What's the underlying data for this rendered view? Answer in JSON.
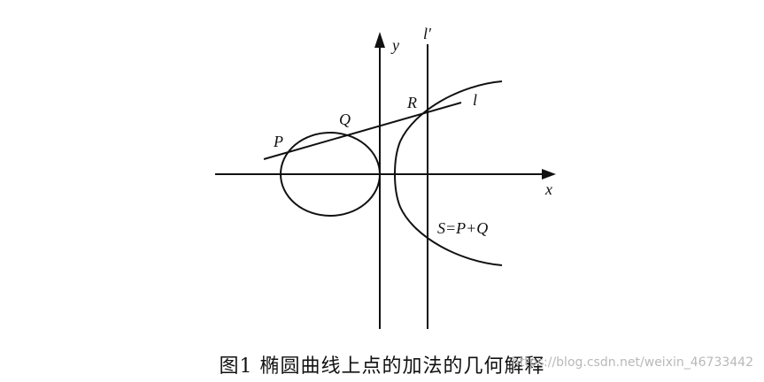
{
  "labels": {
    "y_axis": "y",
    "x_axis": "x",
    "vertical_line": "l′",
    "secant_line": "l",
    "point_p": "P",
    "point_q": "Q",
    "point_r": "R",
    "sum_equation": "S=P+Q"
  },
  "caption": "图1 椭圆曲线上点的加法的几何解释",
  "watermark": "https://blog.csdn.net/weixin_46733442",
  "colors": {
    "stroke": "#111111",
    "watermark": "#b8b8b8"
  }
}
